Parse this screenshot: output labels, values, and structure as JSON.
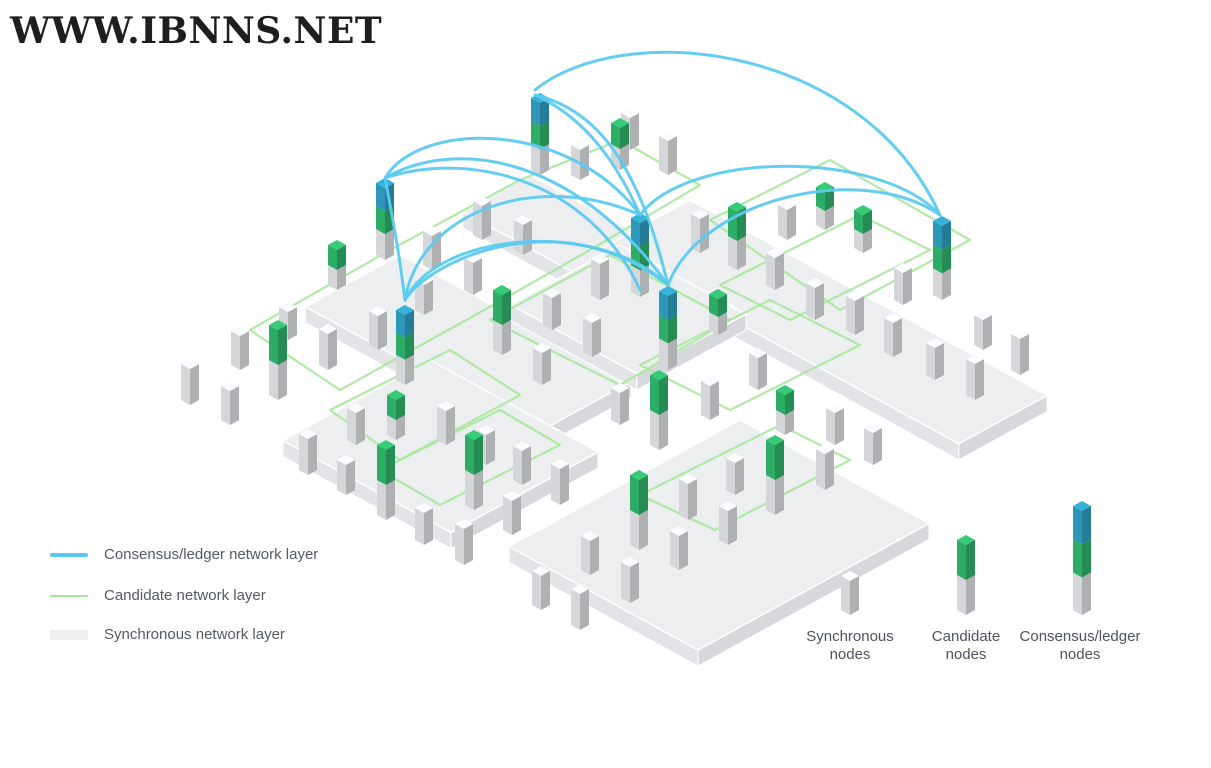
{
  "watermark": "WWW.IBNNS.NET",
  "colors": {
    "consensus": "#5ccaf0",
    "candidate_line": "#a8e89a",
    "candidate_node": "#2fb56a",
    "consensus_node": "#2e9fc2",
    "platform": "#eceef0",
    "sync_node": "#dfe1e4"
  },
  "legend": [
    {
      "key": "consensus",
      "label": "Consensus/ledger network layer"
    },
    {
      "key": "candidate",
      "label": "Candidate network layer"
    },
    {
      "key": "sync",
      "label": "Synchronous network layer"
    }
  ],
  "node_types": [
    {
      "key": "sync",
      "label": "Synchronous\nnodes"
    },
    {
      "key": "candidate",
      "label": "Candidate\nnodes"
    },
    {
      "key": "consensus",
      "label": "Consensus/ledger\nnodes"
    }
  ]
}
